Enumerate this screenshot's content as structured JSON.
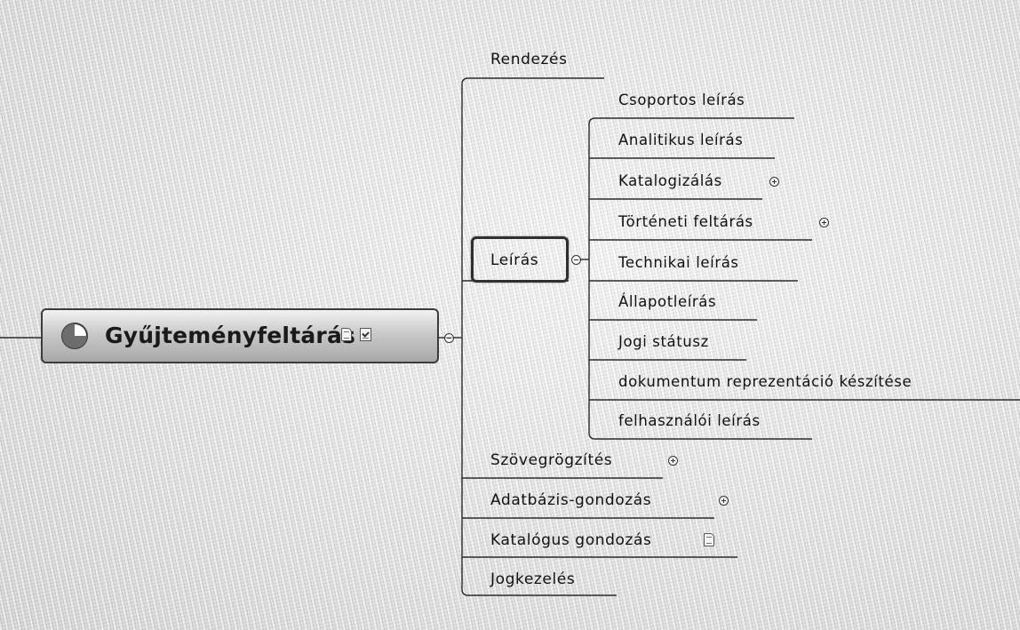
{
  "central": {
    "label": "Gyűjteményfeltárás",
    "icons": [
      "progress-icon",
      "note-icon",
      "task-icon"
    ]
  },
  "branches": [
    {
      "label": "Rendezés"
    },
    {
      "label": "Leírás",
      "selected": true,
      "children": [
        {
          "label": "Csoportos leírás"
        },
        {
          "label": "Analitikus leírás"
        },
        {
          "label": "Katalogizálás",
          "collapsed": true
        },
        {
          "label": "Történeti feltárás",
          "collapsed": true
        },
        {
          "label": "Technikai leírás"
        },
        {
          "label": "Állapotleírás"
        },
        {
          "label": "Jogi státusz"
        },
        {
          "label": "dokumentum reprezentáció készítése"
        },
        {
          "label": "felhasználói leírás"
        }
      ]
    },
    {
      "label": "Szövegrögzítés",
      "collapsed": true
    },
    {
      "label": "Adatbázis-gondozás",
      "collapsed": true
    },
    {
      "label": "Katalógus gondozás",
      "icon": "note-icon"
    },
    {
      "label": "Jogkezelés"
    }
  ],
  "colors": {
    "line": "#2a2a2a",
    "selection_border": "#2f2f2f"
  }
}
